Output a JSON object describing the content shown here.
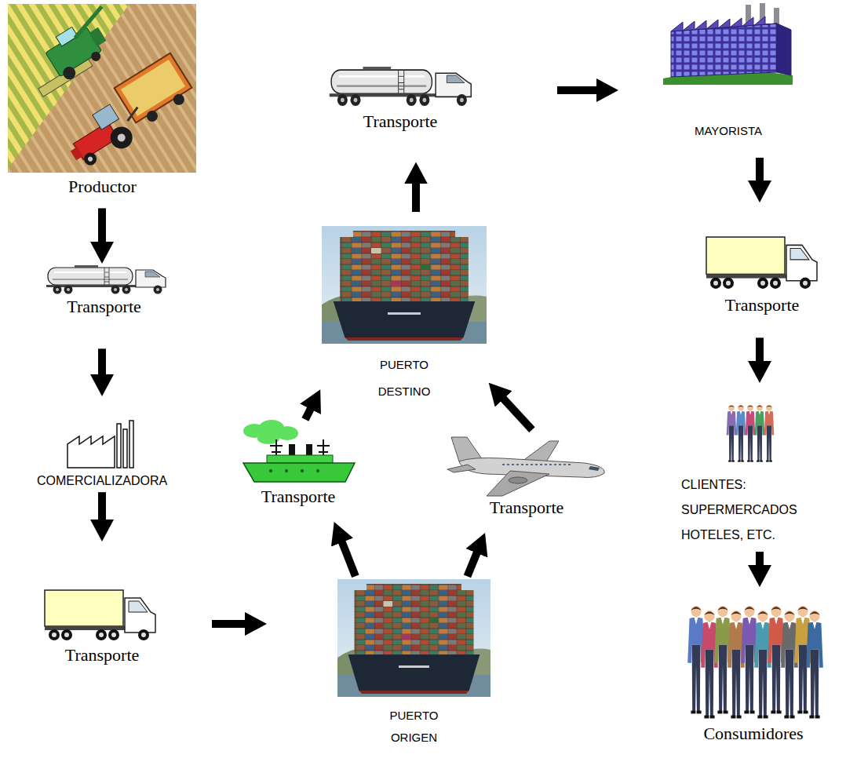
{
  "diagram": {
    "nodes": [
      {
        "text": [
          "Productor"
        ]
      },
      {
        "text": [
          "Transporte"
        ]
      },
      {
        "text": [
          "COMERCIALIZADORA"
        ]
      },
      {
        "text": [
          "Transporte"
        ]
      },
      {
        "text": [
          "PUERTO ORIGEN"
        ]
      },
      {
        "text": [
          "Transporte"
        ]
      },
      {
        "text": [
          "Transporte"
        ]
      },
      {
        "text": [
          "PUERTO DESTINO"
        ]
      },
      {
        "text": [
          "Transporte"
        ]
      },
      {
        "text": [
          "MAYORISTA"
        ]
      },
      {
        "text": [
          "Transporte"
        ]
      },
      {
        "text": [
          "CLIENTES: SUPERMERCADOS HOTELES, ETC."
        ]
      },
      {
        "text": [
          "Consumidores"
        ]
      }
    ],
    "edges": [
      {
        "from": 0,
        "to": 1,
        "arrow": "to"
      },
      {
        "from": 1,
        "to": 2,
        "arrow": "to"
      },
      {
        "from": 2,
        "to": 3,
        "arrow": "to"
      },
      {
        "from": 3,
        "to": 4,
        "arrow": "to"
      },
      {
        "from": 4,
        "to": 5,
        "arrow": "to"
      },
      {
        "from": 4,
        "to": 6,
        "arrow": "to"
      },
      {
        "from": 5,
        "to": 7,
        "arrow": "to"
      },
      {
        "from": 6,
        "to": 7,
        "arrow": "to"
      },
      {
        "from": 7,
        "to": 8,
        "arrow": "to"
      },
      {
        "from": 8,
        "to": 9,
        "arrow": "to"
      },
      {
        "from": 9,
        "to": 10,
        "arrow": "to"
      },
      {
        "from": 10,
        "to": 11,
        "arrow": "to"
      },
      {
        "from": 11,
        "to": 12,
        "arrow": "to"
      }
    ]
  }
}
